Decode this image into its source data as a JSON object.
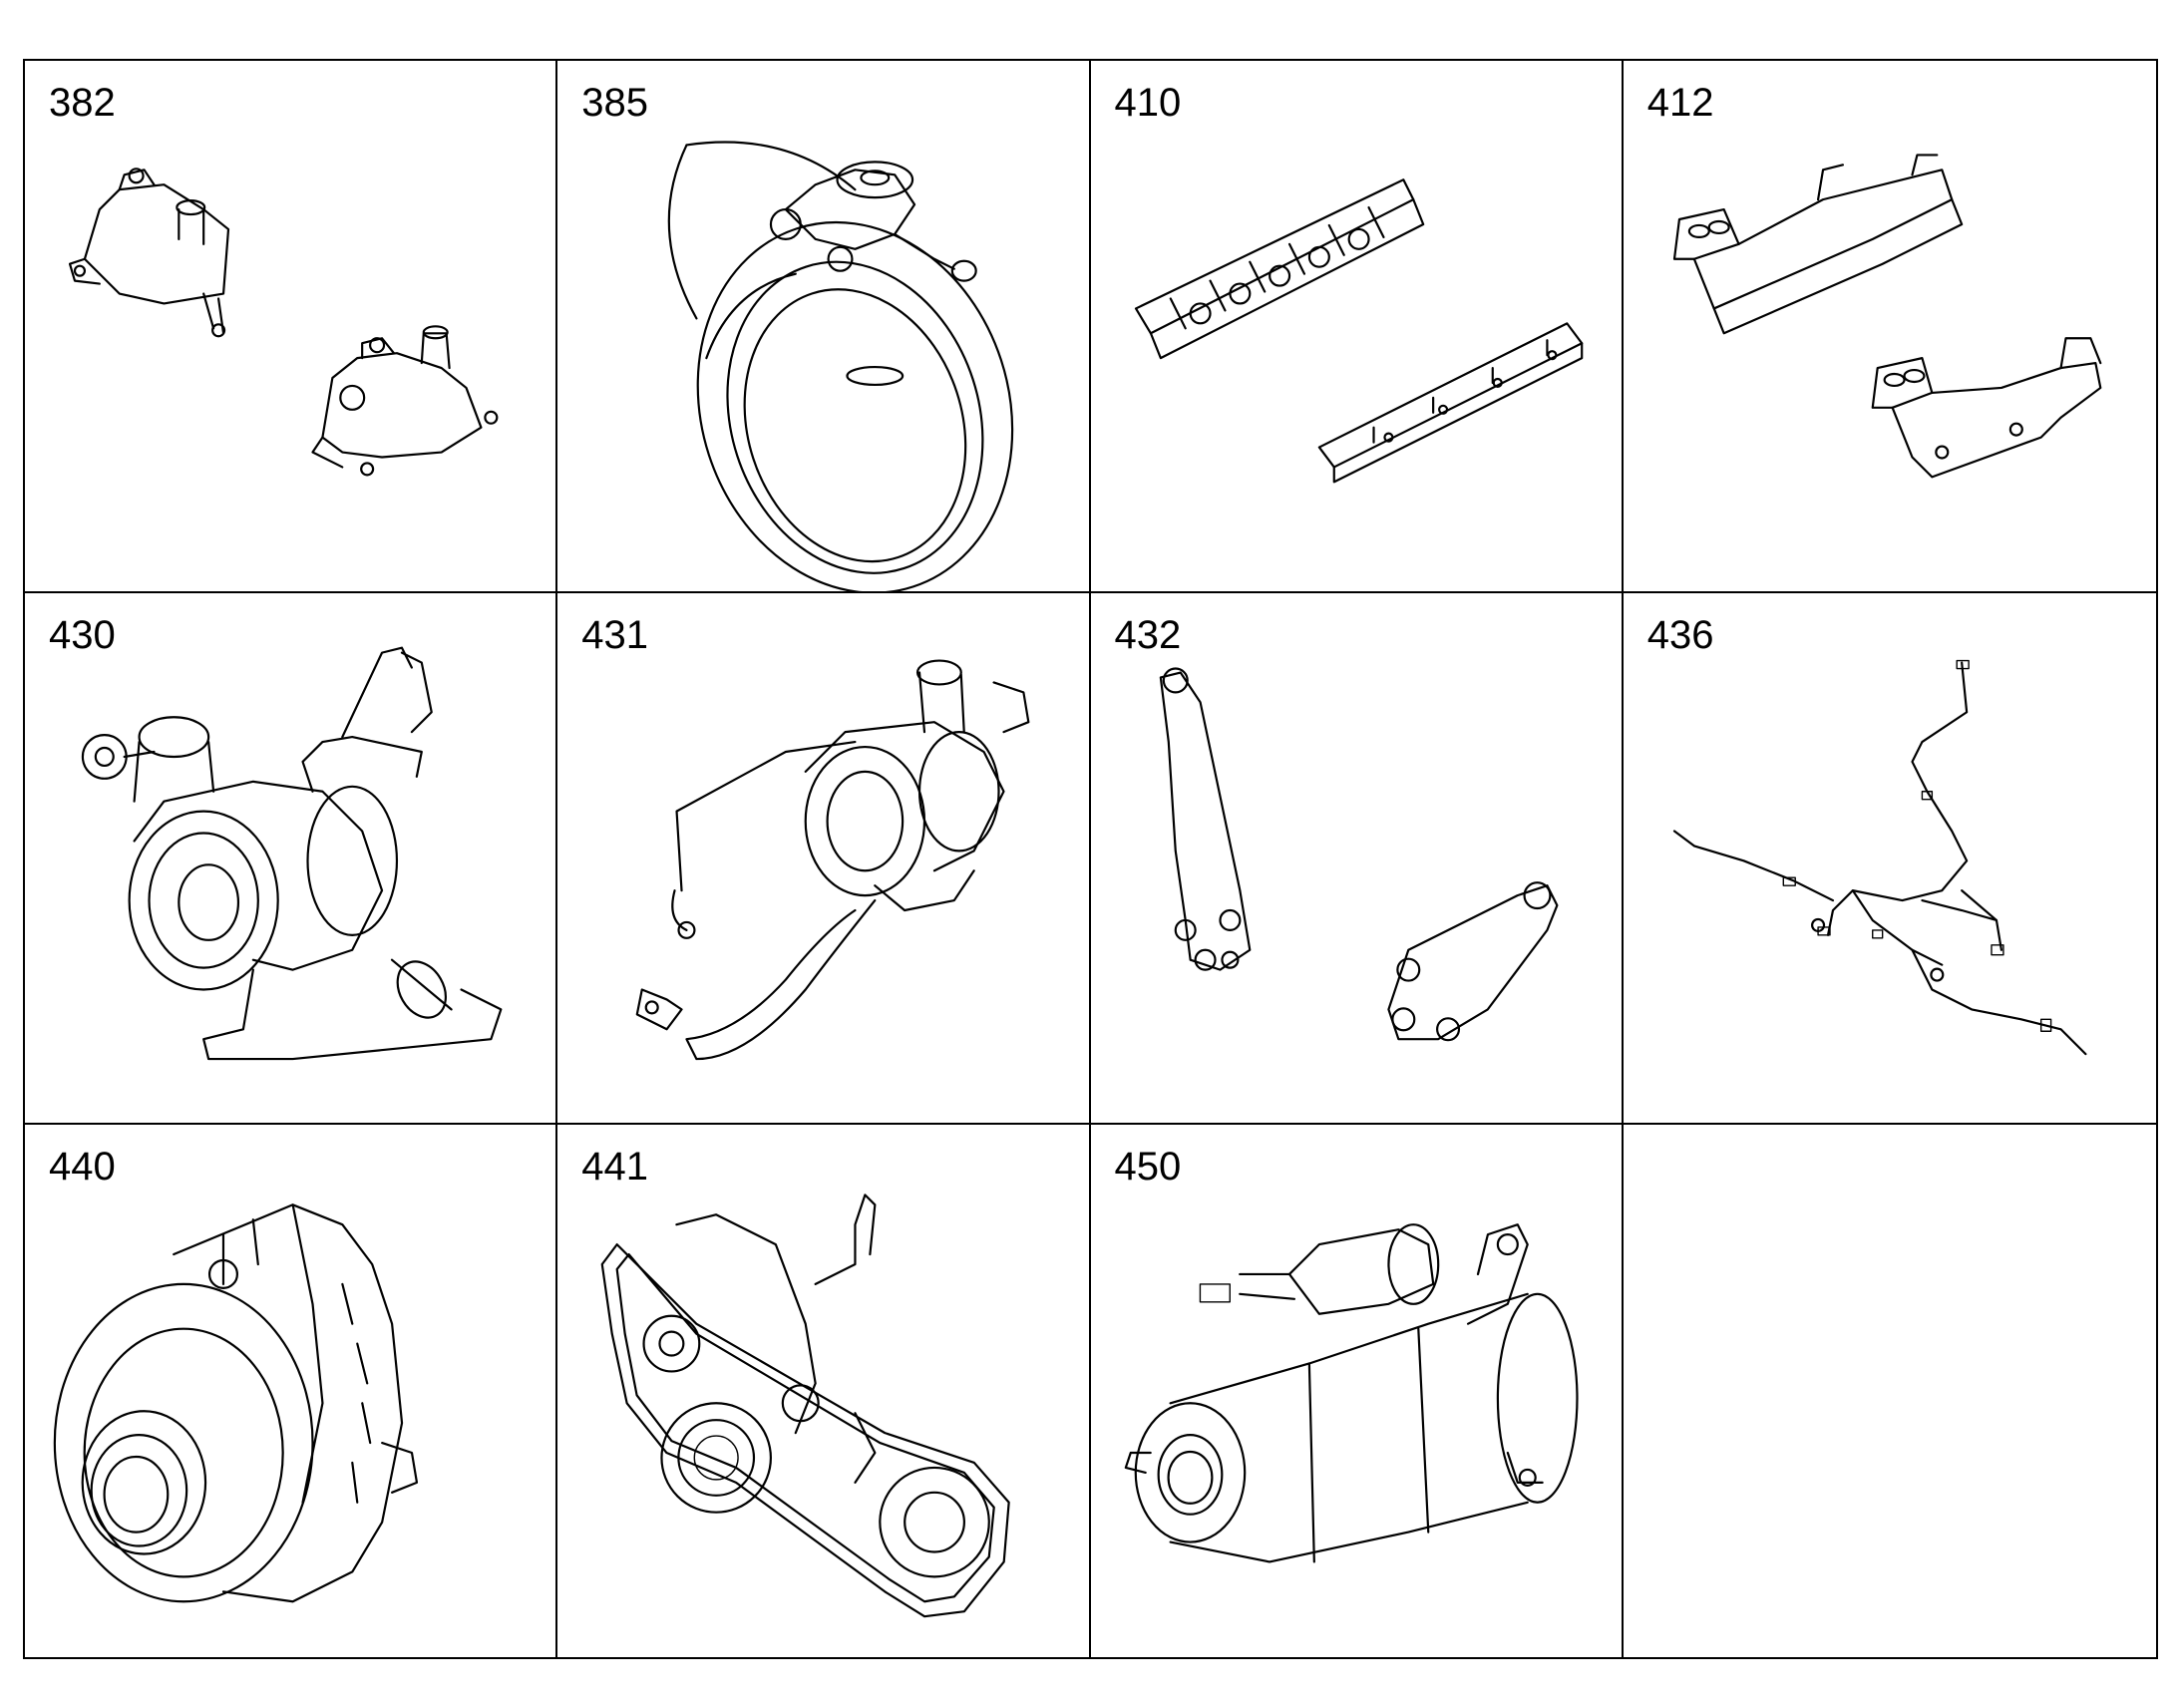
{
  "cells": [
    {
      "label": "382",
      "icon": "valve-housing-icon"
    },
    {
      "label": "385",
      "icon": "clamp-ring-icon"
    },
    {
      "label": "410",
      "icon": "manifold-rail-icon"
    },
    {
      "label": "412",
      "icon": "exhaust-manifold-icon"
    },
    {
      "label": "430",
      "icon": "turbocharger-icon"
    },
    {
      "label": "431",
      "icon": "turbocharger-with-pipes-icon"
    },
    {
      "label": "432",
      "icon": "bracket-icon"
    },
    {
      "label": "436",
      "icon": "wiring-harness-icon"
    },
    {
      "label": "440",
      "icon": "alternator-icon"
    },
    {
      "label": "441",
      "icon": "belt-drive-icon"
    },
    {
      "label": "450",
      "icon": "starter-motor-icon"
    },
    {
      "label": "",
      "icon": ""
    }
  ]
}
